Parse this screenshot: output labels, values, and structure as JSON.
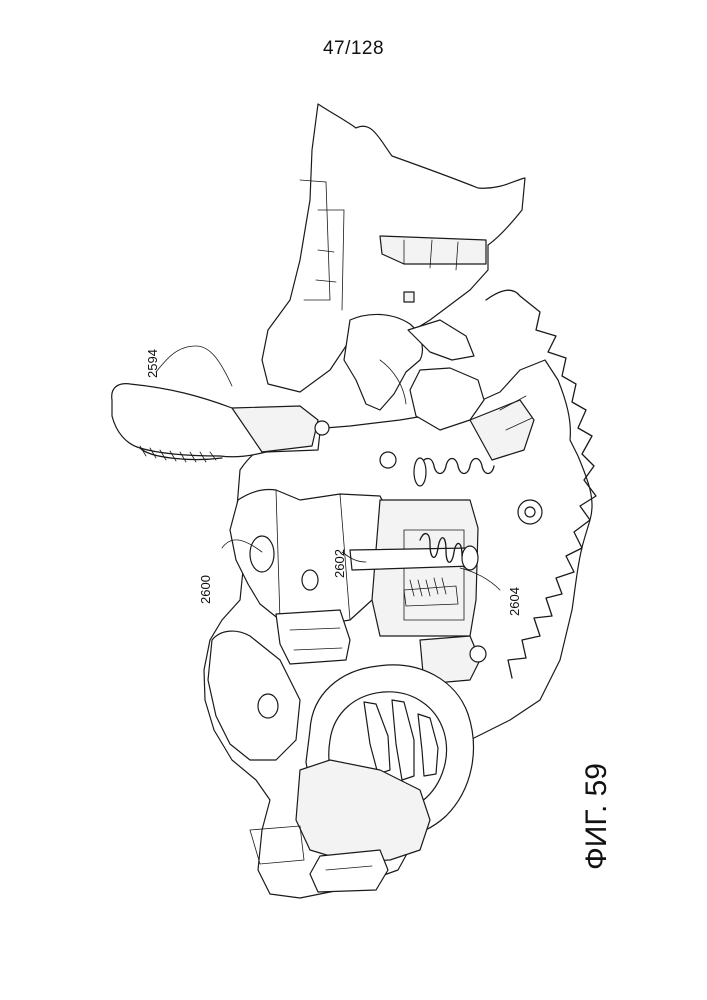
{
  "page": {
    "number": "47/128"
  },
  "figure": {
    "label": "ФИГ. 59"
  },
  "references": {
    "lever": "2594",
    "block": "2600",
    "shaft": "2602",
    "spring": "2604"
  }
}
